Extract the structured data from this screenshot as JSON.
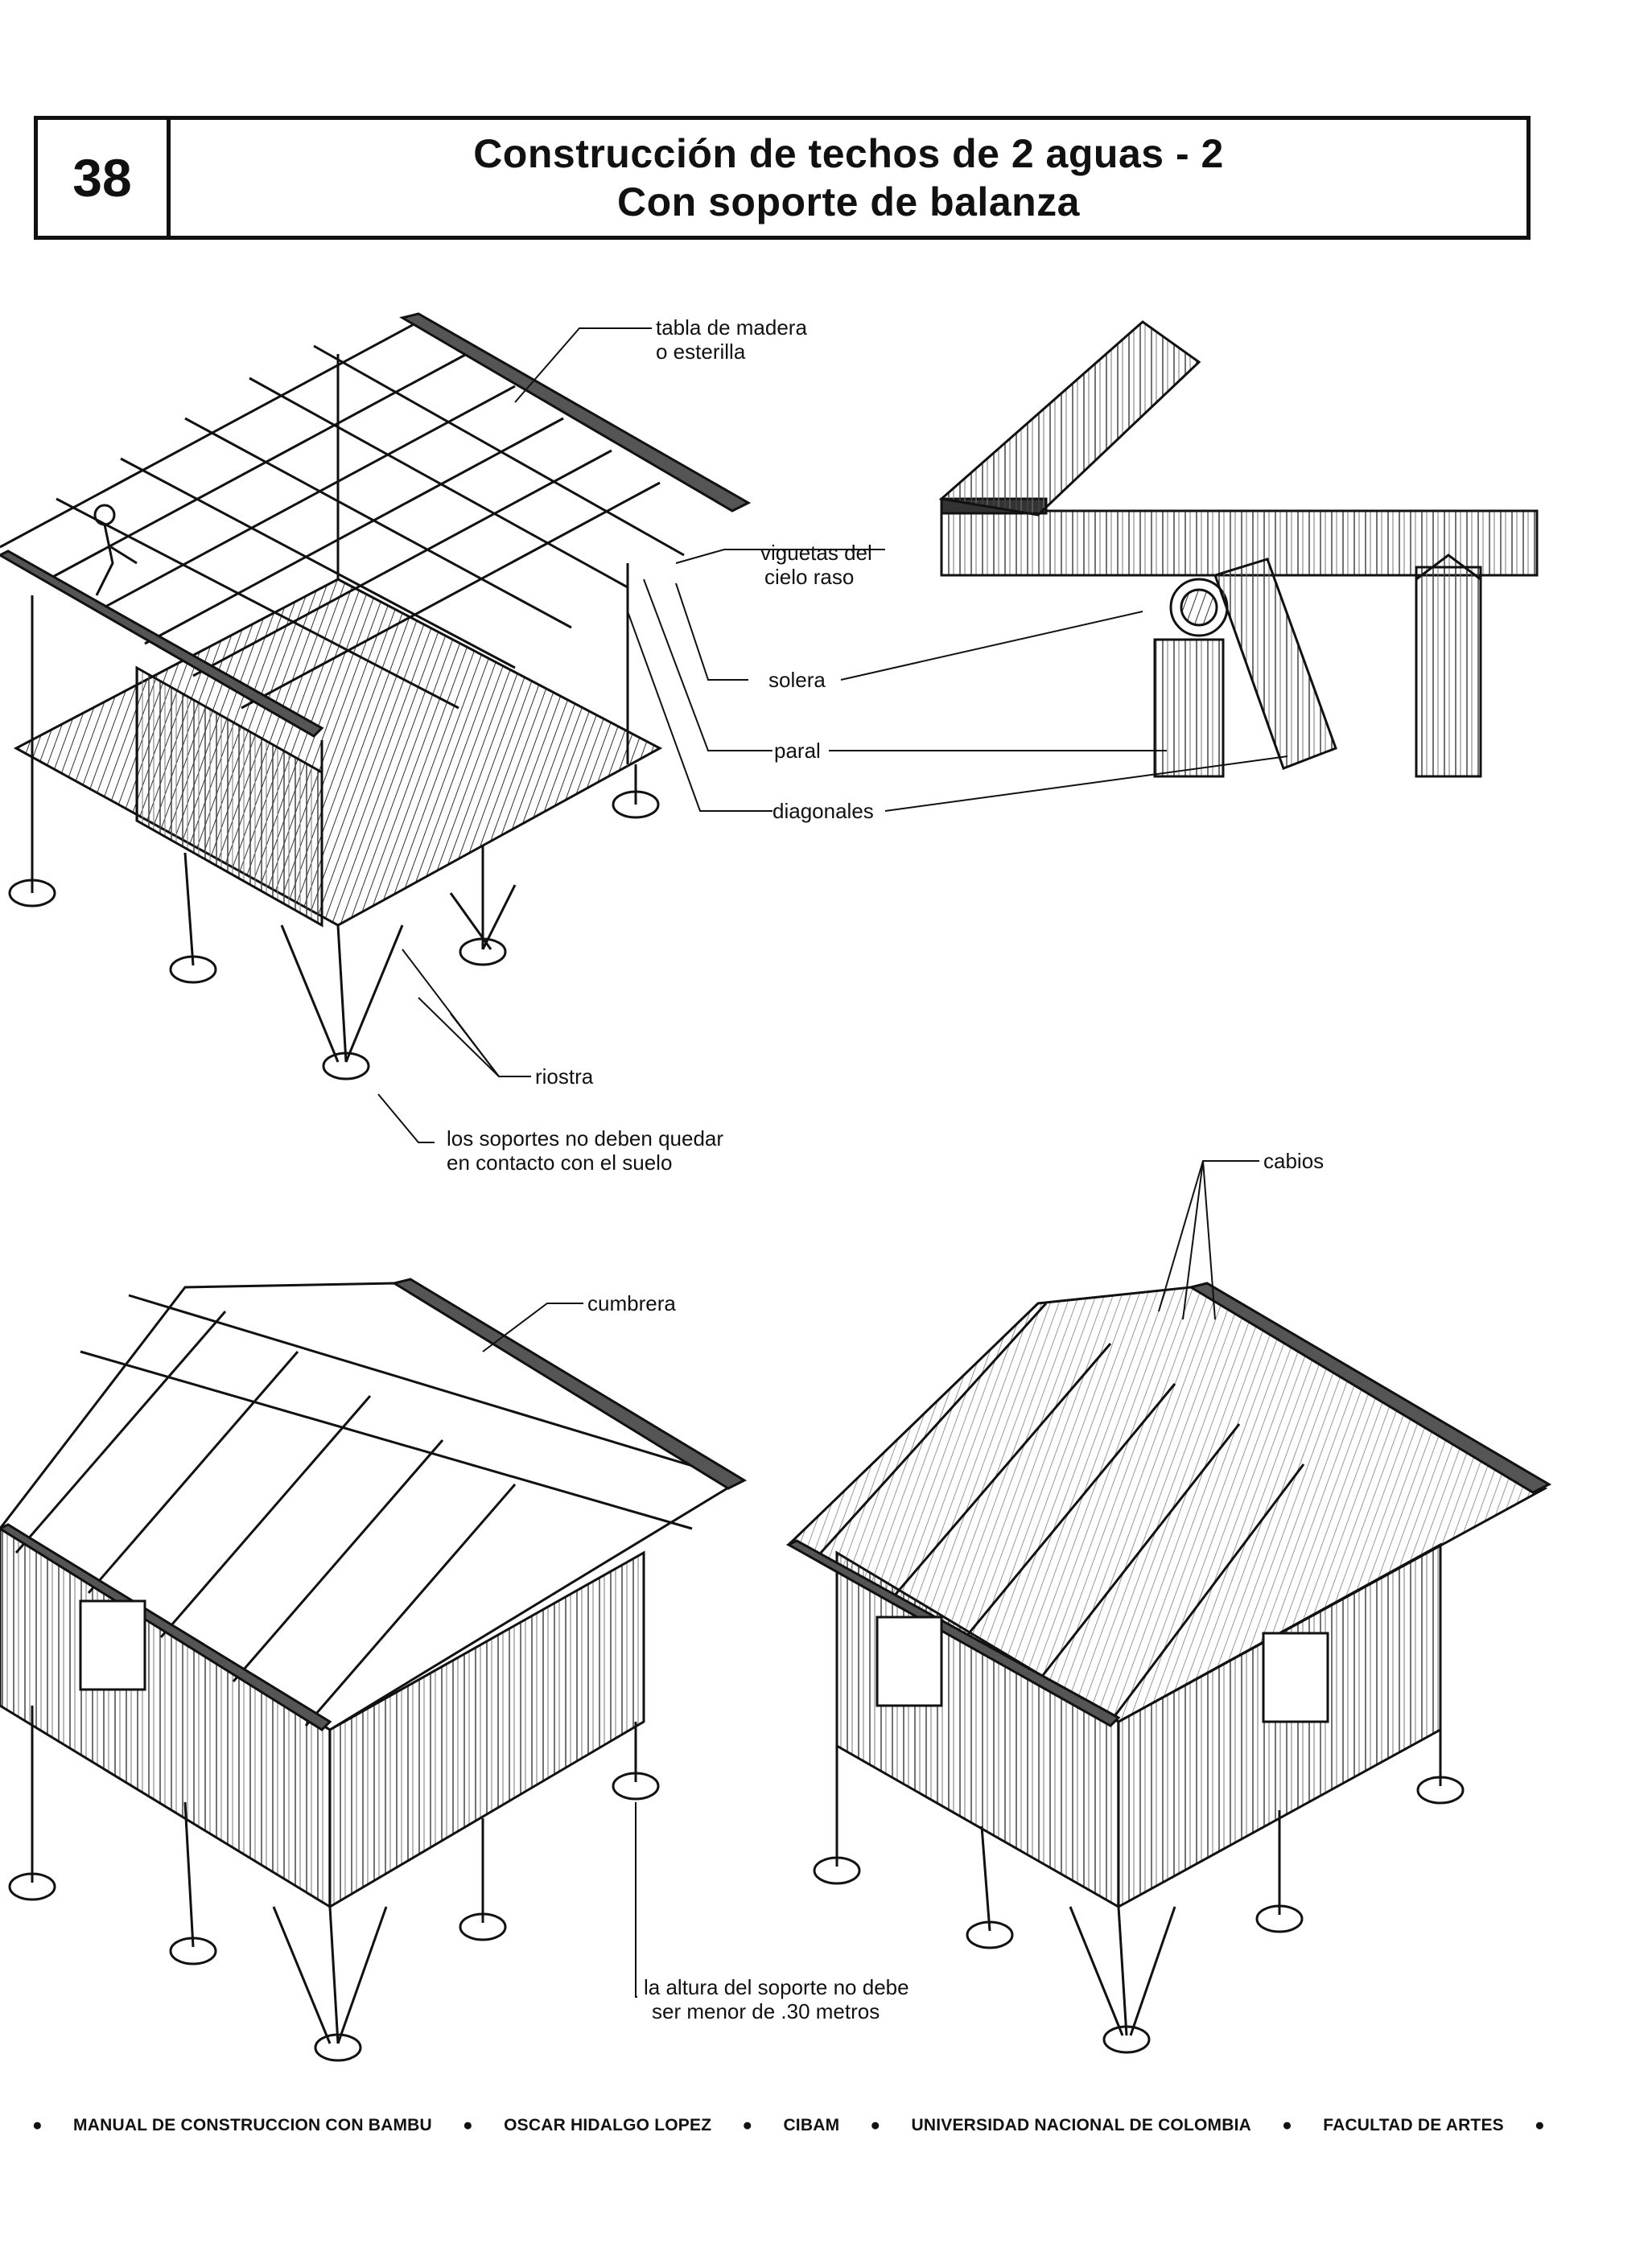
{
  "header": {
    "number": "38",
    "title_line1": "Construcción de techos de  2 aguas - 2",
    "title_line2": "Con soporte de balanza"
  },
  "labels": {
    "tabla": "tabla de madera",
    "tabla2": "o esterilla",
    "viguetas": "viguetas del",
    "viguetas2": "cielo raso",
    "solera": "solera",
    "paral": "paral",
    "diagonales": "diagonales",
    "riostra": "riostra",
    "soportes1": "los soportes no deben quedar",
    "soportes2": "en contacto con el suelo",
    "cabios": "cabios",
    "cumbrera": "cumbrera",
    "altura1": "la altura del soporte no debe",
    "altura2": "ser menor de  .30 metros"
  },
  "footer": {
    "items": [
      "MANUAL DE CONSTRUCCION CON BAMBU",
      "OSCAR HIDALGO LOPEZ",
      "CIBAM",
      "UNIVERSIDAD NACIONAL DE COLOMBIA",
      "FACULTAD DE ARTES"
    ]
  }
}
